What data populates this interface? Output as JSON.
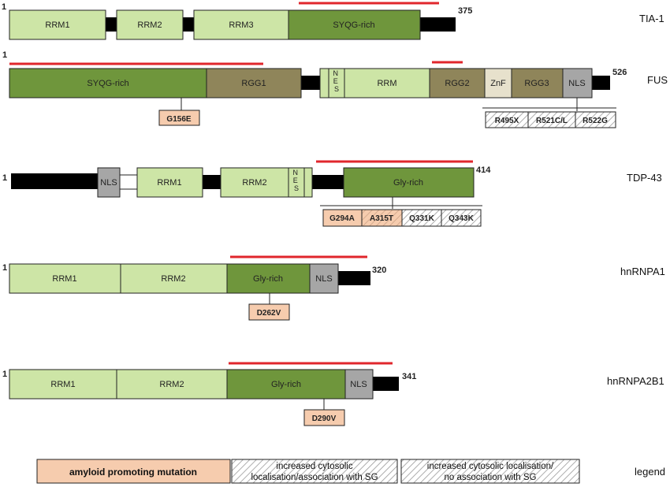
{
  "colors": {
    "rrm": "#cde5a6",
    "rich": "#6f963c",
    "rgg": "#8f855a",
    "nls": "#a6a6a6",
    "znf": "#e7e1cc",
    "linker": "#000000",
    "red_line": "#e0262c",
    "amyloid": "#f6ccae"
  },
  "proteins": [
    {
      "name": "TIA-1",
      "start": "1",
      "end": "375",
      "domains": [
        {
          "label": "RRM1",
          "type": "rrm"
        },
        {
          "label": "RRM2",
          "type": "rrm"
        },
        {
          "label": "RRM3",
          "type": "rrm"
        },
        {
          "label": "SYQG-rich",
          "type": "rich"
        }
      ],
      "mutations": []
    },
    {
      "name": "FUS",
      "start": "1",
      "end": "526",
      "domains": [
        {
          "label": "SYQG-rich",
          "type": "rich"
        },
        {
          "label": "RGG1",
          "type": "rgg"
        },
        {
          "label": "NES",
          "type": "rrm"
        },
        {
          "label": "RRM",
          "type": "rrm"
        },
        {
          "label": "RGG2",
          "type": "rgg"
        },
        {
          "label": "ZnF",
          "type": "znf"
        },
        {
          "label": "RGG3",
          "type": "rgg"
        },
        {
          "label": "NLS",
          "type": "nls"
        }
      ],
      "mutations": [
        {
          "label": "G156E",
          "class": "amyloid"
        },
        {
          "label": "R495X",
          "class": "no-sg"
        },
        {
          "label": "R521C/L",
          "class": "no-sg"
        },
        {
          "label": "R522G",
          "class": "no-sg"
        }
      ]
    },
    {
      "name": "TDP-43",
      "start": "1",
      "end": "414",
      "domains": [
        {
          "label": "NLS",
          "type": "nls"
        },
        {
          "label": "RRM1",
          "type": "rrm"
        },
        {
          "label": "RRM2",
          "type": "rrm"
        },
        {
          "label": "NES",
          "type": "rrm"
        },
        {
          "label": "Gly-rich",
          "type": "rich"
        }
      ],
      "mutations": [
        {
          "label": "G294A",
          "class": "amyloid-sg"
        },
        {
          "label": "A315T",
          "class": "amyloid-sg"
        },
        {
          "label": "Q331K",
          "class": "no-sg"
        },
        {
          "label": "Q343K",
          "class": "no-sg"
        }
      ]
    },
    {
      "name": "hnRNPA1",
      "start": "1",
      "end": "320",
      "domains": [
        {
          "label": "RRM1",
          "type": "rrm"
        },
        {
          "label": "RRM2",
          "type": "rrm"
        },
        {
          "label": "Gly-rich",
          "type": "rich"
        },
        {
          "label": "NLS",
          "type": "nls"
        }
      ],
      "mutations": [
        {
          "label": "D262V",
          "class": "amyloid"
        }
      ]
    },
    {
      "name": "hnRNPA2B1",
      "start": "1",
      "end": "341",
      "domains": [
        {
          "label": "RRM1",
          "type": "rrm"
        },
        {
          "label": "RRM2",
          "type": "rrm"
        },
        {
          "label": "Gly-rich",
          "type": "rich"
        },
        {
          "label": "NLS",
          "type": "nls"
        }
      ],
      "mutations": [
        {
          "label": "D290V",
          "class": "amyloid"
        }
      ]
    }
  ],
  "legend": {
    "title": "legend",
    "items": [
      {
        "lines": [
          "amyloid promoting mutation"
        ],
        "class": "amyloid"
      },
      {
        "lines": [
          "increased cytosolic",
          "localisation/association with SG"
        ],
        "class": "sg"
      },
      {
        "lines": [
          "increased cytosolic localisation/",
          "no association with SG"
        ],
        "class": "no-sg"
      }
    ]
  }
}
